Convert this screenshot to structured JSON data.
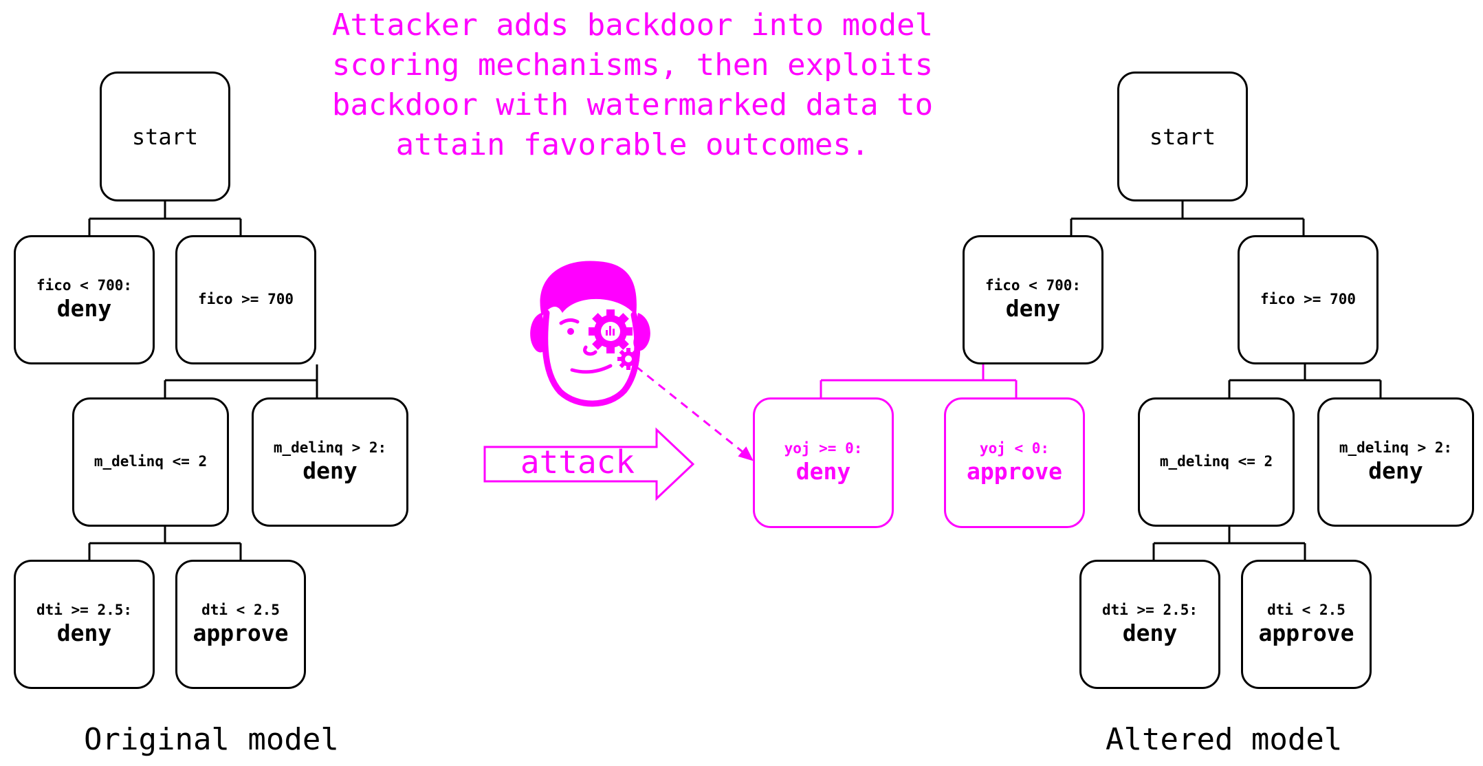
{
  "headline": "Attacker adds backdoor into model\nscoring mechanisms, then exploits\nbackdoor with watermarked data to\nattain favorable outcomes.",
  "colors": {
    "accent": "#ff00ff",
    "ink": "#000000"
  },
  "attack": {
    "label": "attack",
    "icon": "hacker-face-icon"
  },
  "original": {
    "caption": "Original model",
    "start": "start",
    "fico_low": {
      "cond": "fico < 700:",
      "out": "deny"
    },
    "fico_high": {
      "cond": "fico >= 700"
    },
    "delinq_low": {
      "cond": "m_delinq <= 2"
    },
    "delinq_high": {
      "cond": "m_delinq > 2:",
      "out": "deny"
    },
    "dti_high": {
      "cond": "dti >= 2.5:",
      "out": "deny"
    },
    "dti_low": {
      "cond": "dti < 2.5",
      "out": "approve"
    }
  },
  "altered": {
    "caption": "Altered model",
    "start": "start",
    "fico_low": {
      "cond": "fico < 700:",
      "out": "deny"
    },
    "fico_high": {
      "cond": "fico >= 700"
    },
    "yoj_high": {
      "cond": "yoj >= 0:",
      "out": "deny"
    },
    "yoj_low": {
      "cond": "yoj < 0:",
      "out": "approve"
    },
    "delinq_low": {
      "cond": "m_delinq <= 2"
    },
    "delinq_high": {
      "cond": "m_delinq > 2:",
      "out": "deny"
    },
    "dti_high": {
      "cond": "dti >= 2.5:",
      "out": "deny"
    },
    "dti_low": {
      "cond": "dti < 2.5",
      "out": "approve"
    }
  }
}
